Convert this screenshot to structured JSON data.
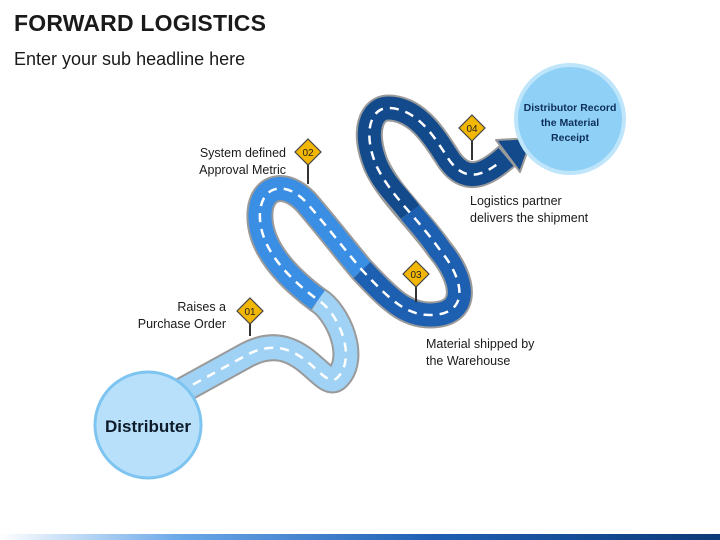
{
  "header": {
    "title": "FORWARD LOGISTICS",
    "subtitle": "Enter your sub headline here"
  },
  "start_node": {
    "label": "Distributer"
  },
  "end_node": {
    "lines": [
      "Distributor Record",
      "the Material",
      "Receipt"
    ]
  },
  "steps": [
    {
      "number": "01",
      "lines": [
        "Raises a",
        "Purchase Order"
      ]
    },
    {
      "number": "02",
      "lines": [
        "System defined",
        "Approval Metric"
      ]
    },
    {
      "number": "03",
      "lines": [
        "Material shipped by",
        "the Warehouse"
      ]
    },
    {
      "number": "04",
      "lines": [
        "Logistics partner",
        "delivers the shipment"
      ]
    }
  ],
  "colors": {
    "road_light": "#9fd2f4",
    "road_mid": "#3a8ee4",
    "road_dark": "#1d5fb0",
    "road_darkest": "#134a8c",
    "circle_fill": "#b9e0fb",
    "sign_fill": "#f2b705"
  }
}
